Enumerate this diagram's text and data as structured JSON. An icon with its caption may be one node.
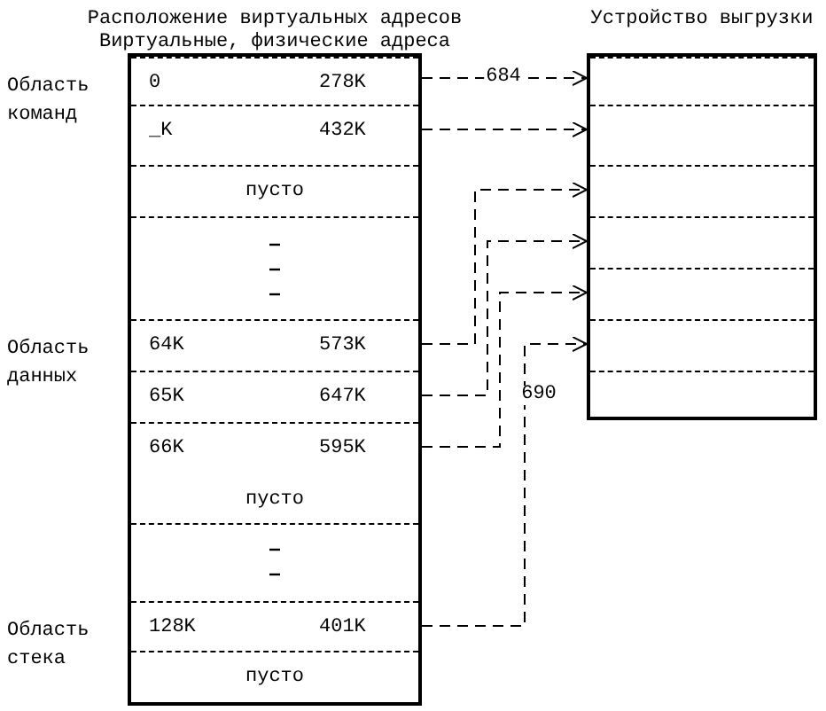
{
  "diagram": {
    "nodes": [
      {
        "text": [
          "Расположение виртуальных адресов",
          "Виртуальные, физические адреса"
        ]
      },
      {
        "text": [
          "0",
          "278K"
        ],
        "in": 0,
        "beside": [
          "Область команд"
        ]
      },
      {
        "text": [
          "_K",
          "432K"
        ],
        "in": 0
      },
      {
        "text": [
          "пусто"
        ],
        "in": 0
      },
      {
        "text": [],
        "shape": "box",
        "in": 0
      },
      {
        "text": [
          "64K",
          "573K"
        ],
        "in": 0,
        "beside": [
          "Область данных"
        ]
      },
      {
        "text": [
          "65K",
          "647K"
        ],
        "in": 0
      },
      {
        "text": [
          "66K",
          "595K",
          "пусто"
        ],
        "in": 0
      },
      {
        "text": [],
        "shape": "box",
        "in": 0
      },
      {
        "text": [
          "128K",
          "401K"
        ],
        "in": 0,
        "beside": [
          "Область стека"
        ]
      },
      {
        "text": [
          "пусто"
        ],
        "in": 0
      },
      {
        "text": [
          "Устройство выгрузки"
        ]
      },
      {
        "text": [],
        "shape": "box",
        "in": 11
      },
      {
        "text": [],
        "shape": "box",
        "in": 11
      },
      {
        "text": [],
        "shape": "box",
        "in": 11
      },
      {
        "text": [],
        "shape": "box",
        "in": 11
      },
      {
        "text": [],
        "shape": "box",
        "in": 11
      },
      {
        "text": [],
        "shape": "box",
        "in": 11
      },
      {
        "text": [],
        "shape": "box",
        "in": 11
      }
    ],
    "edges": [
      {
        "from": 1,
        "to": 12,
        "arrow": "to",
        "style": "dashed",
        "label": "684"
      },
      {
        "from": 2,
        "to": 13,
        "arrow": "to",
        "style": "dashed"
      },
      {
        "from": 5,
        "to": 14,
        "arrow": "to",
        "style": "dashed"
      },
      {
        "from": 6,
        "to": 15,
        "arrow": "to",
        "style": "dashed"
      },
      {
        "from": 7,
        "to": 16,
        "arrow": "to",
        "style": "dashed"
      },
      {
        "from": 9,
        "to": 17,
        "arrow": "to",
        "style": "dashed",
        "label": "690"
      }
    ]
  }
}
